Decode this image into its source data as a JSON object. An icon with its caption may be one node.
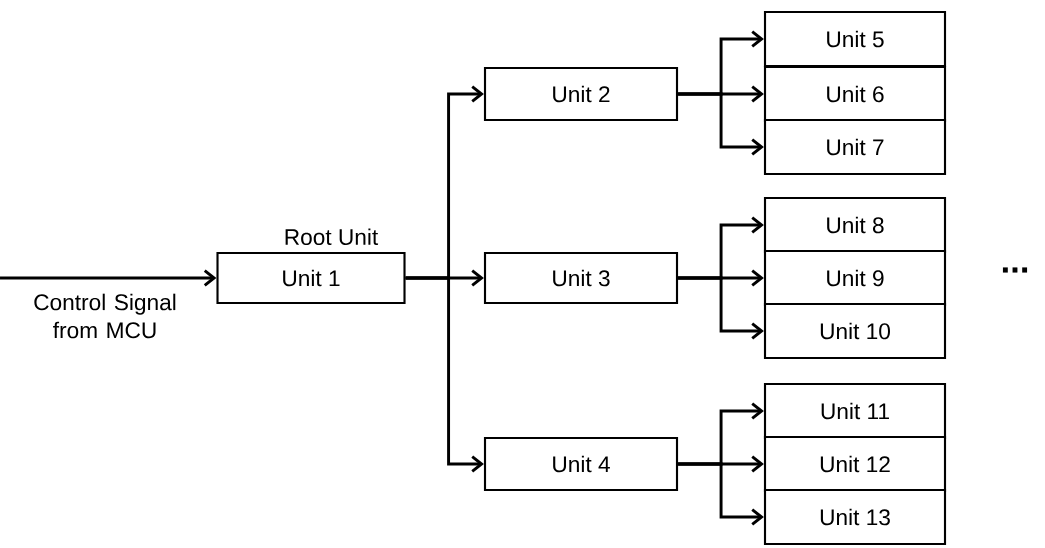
{
  "diagram": {
    "nodes": [
      {
        "text": [
          "Root Unit",
          "Unit 1"
        ]
      },
      {
        "text": [
          "Unit 2"
        ]
      },
      {
        "text": [
          "Unit 3"
        ]
      },
      {
        "text": [
          "Unit 4"
        ]
      },
      {
        "text": [
          "Unit 5"
        ]
      },
      {
        "text": [
          "Unit 6"
        ]
      },
      {
        "text": [
          "Unit 7"
        ]
      },
      {
        "text": [
          "Unit 8"
        ]
      },
      {
        "text": [
          "Unit 9"
        ]
      },
      {
        "text": [
          "Unit 10"
        ]
      },
      {
        "text": [
          "Unit 11"
        ]
      },
      {
        "text": [
          "Unit 12"
        ]
      },
      {
        "text": [
          "Unit 13"
        ]
      }
    ],
    "edges": [
      {
        "from": null,
        "to": 0,
        "arrow": "to",
        "label": "Control Signal from MCU"
      },
      {
        "from": 0,
        "to": 1,
        "arrow": "to"
      },
      {
        "from": 0,
        "to": 2,
        "arrow": "to"
      },
      {
        "from": 0,
        "to": 3,
        "arrow": "to"
      },
      {
        "from": 1,
        "to": 4,
        "arrow": "to"
      },
      {
        "from": 1,
        "to": 5,
        "arrow": "to"
      },
      {
        "from": 1,
        "to": 6,
        "arrow": "to"
      },
      {
        "from": 2,
        "to": 7,
        "arrow": "to"
      },
      {
        "from": 2,
        "to": 8,
        "arrow": "to"
      },
      {
        "from": 2,
        "to": 9,
        "arrow": "to"
      },
      {
        "from": 3,
        "to": 10,
        "arrow": "to"
      },
      {
        "from": 3,
        "to": 11,
        "arrow": "to"
      },
      {
        "from": 3,
        "to": 12,
        "arrow": "to"
      }
    ],
    "labels": [
      "..."
    ]
  }
}
